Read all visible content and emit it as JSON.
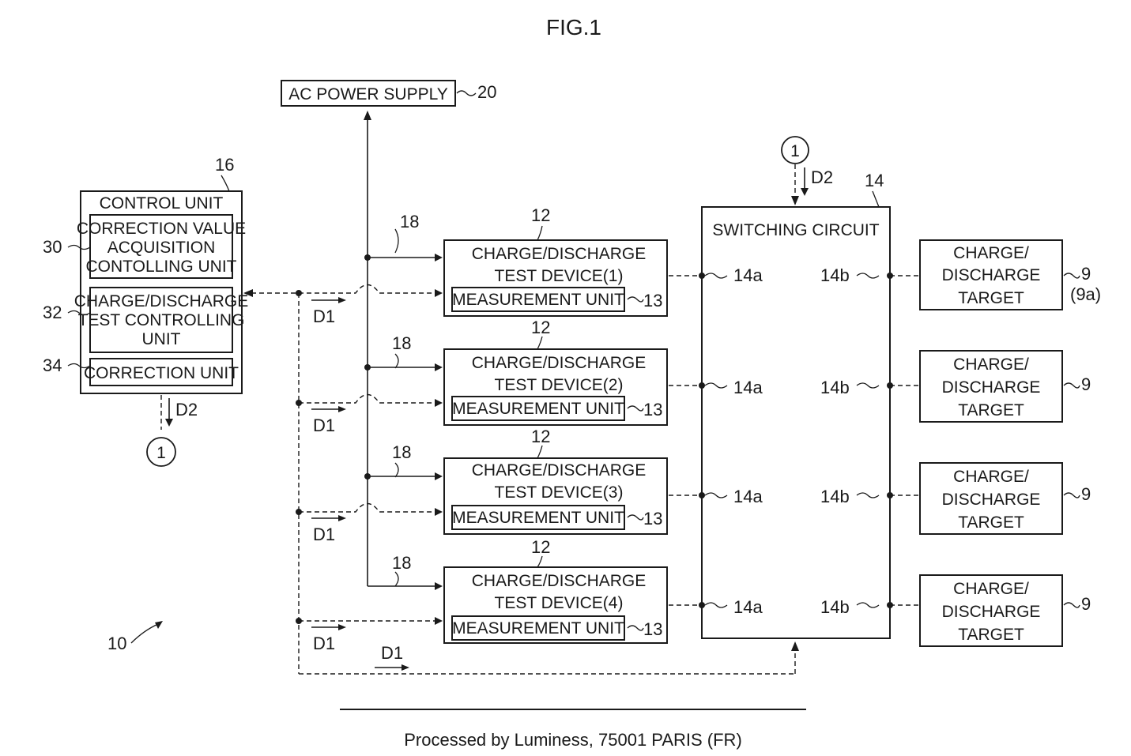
{
  "figure_title": "FIG.1",
  "ac_power_supply": {
    "label": "AC POWER SUPPLY",
    "ref": "20"
  },
  "control_unit": {
    "label": "CONTROL UNIT",
    "ref": "16",
    "correction_value_unit": {
      "lines": [
        "CORRECTION VALUE",
        "ACQUISITION",
        "CONTOLLING UNIT"
      ],
      "ref": "30"
    },
    "test_controlling_unit": {
      "lines": [
        "CHARGE/DISCHARGE",
        "TEST CONTROLLING",
        "UNIT"
      ],
      "ref": "32"
    },
    "correction_unit": {
      "label": "CORRECTION UNIT",
      "ref": "34"
    },
    "signal_label": "D2",
    "connector_label": "1"
  },
  "test_devices": [
    {
      "line1": "CHARGE/DISCHARGE",
      "line2": "TEST DEVICE(1)",
      "measurement": "MEASUREMENT UNIT",
      "ref": "12",
      "meas_ref": "13",
      "power_ref": "18",
      "signal": "D1"
    },
    {
      "line1": "CHARGE/DISCHARGE",
      "line2": "TEST DEVICE(2)",
      "measurement": "MEASUREMENT UNIT",
      "ref": "12",
      "meas_ref": "13",
      "power_ref": "18",
      "signal": "D1"
    },
    {
      "line1": "CHARGE/DISCHARGE",
      "line2": "TEST DEVICE(3)",
      "measurement": "MEASUREMENT UNIT",
      "ref": "12",
      "meas_ref": "13",
      "power_ref": "18",
      "signal": "D1"
    },
    {
      "line1": "CHARGE/DISCHARGE",
      "line2": "TEST DEVICE(4)",
      "measurement": "MEASUREMENT UNIT",
      "ref": "12",
      "meas_ref": "13",
      "power_ref": "18",
      "signal": "D1"
    }
  ],
  "switching_circuit": {
    "label": "SWITCHING CIRCUIT",
    "ref": "14",
    "input_terminal": "14a",
    "output_terminal": "14b",
    "signal_label": "D2",
    "connector_label": "1",
    "bottom_signal": "D1"
  },
  "targets": [
    {
      "line1": "CHARGE/",
      "line2": "DISCHARGE",
      "line3": "TARGET",
      "ref": "9",
      "sub_ref": "(9a)"
    },
    {
      "line1": "CHARGE/",
      "line2": "DISCHARGE",
      "line3": "TARGET",
      "ref": "9"
    },
    {
      "line1": "CHARGE/",
      "line2": "DISCHARGE",
      "line3": "TARGET",
      "ref": "9"
    },
    {
      "line1": "CHARGE/",
      "line2": "DISCHARGE",
      "line3": "TARGET",
      "ref": "9"
    }
  ],
  "system_ref": "10",
  "footer": "Processed by Luminess, 75001 PARIS (FR)"
}
